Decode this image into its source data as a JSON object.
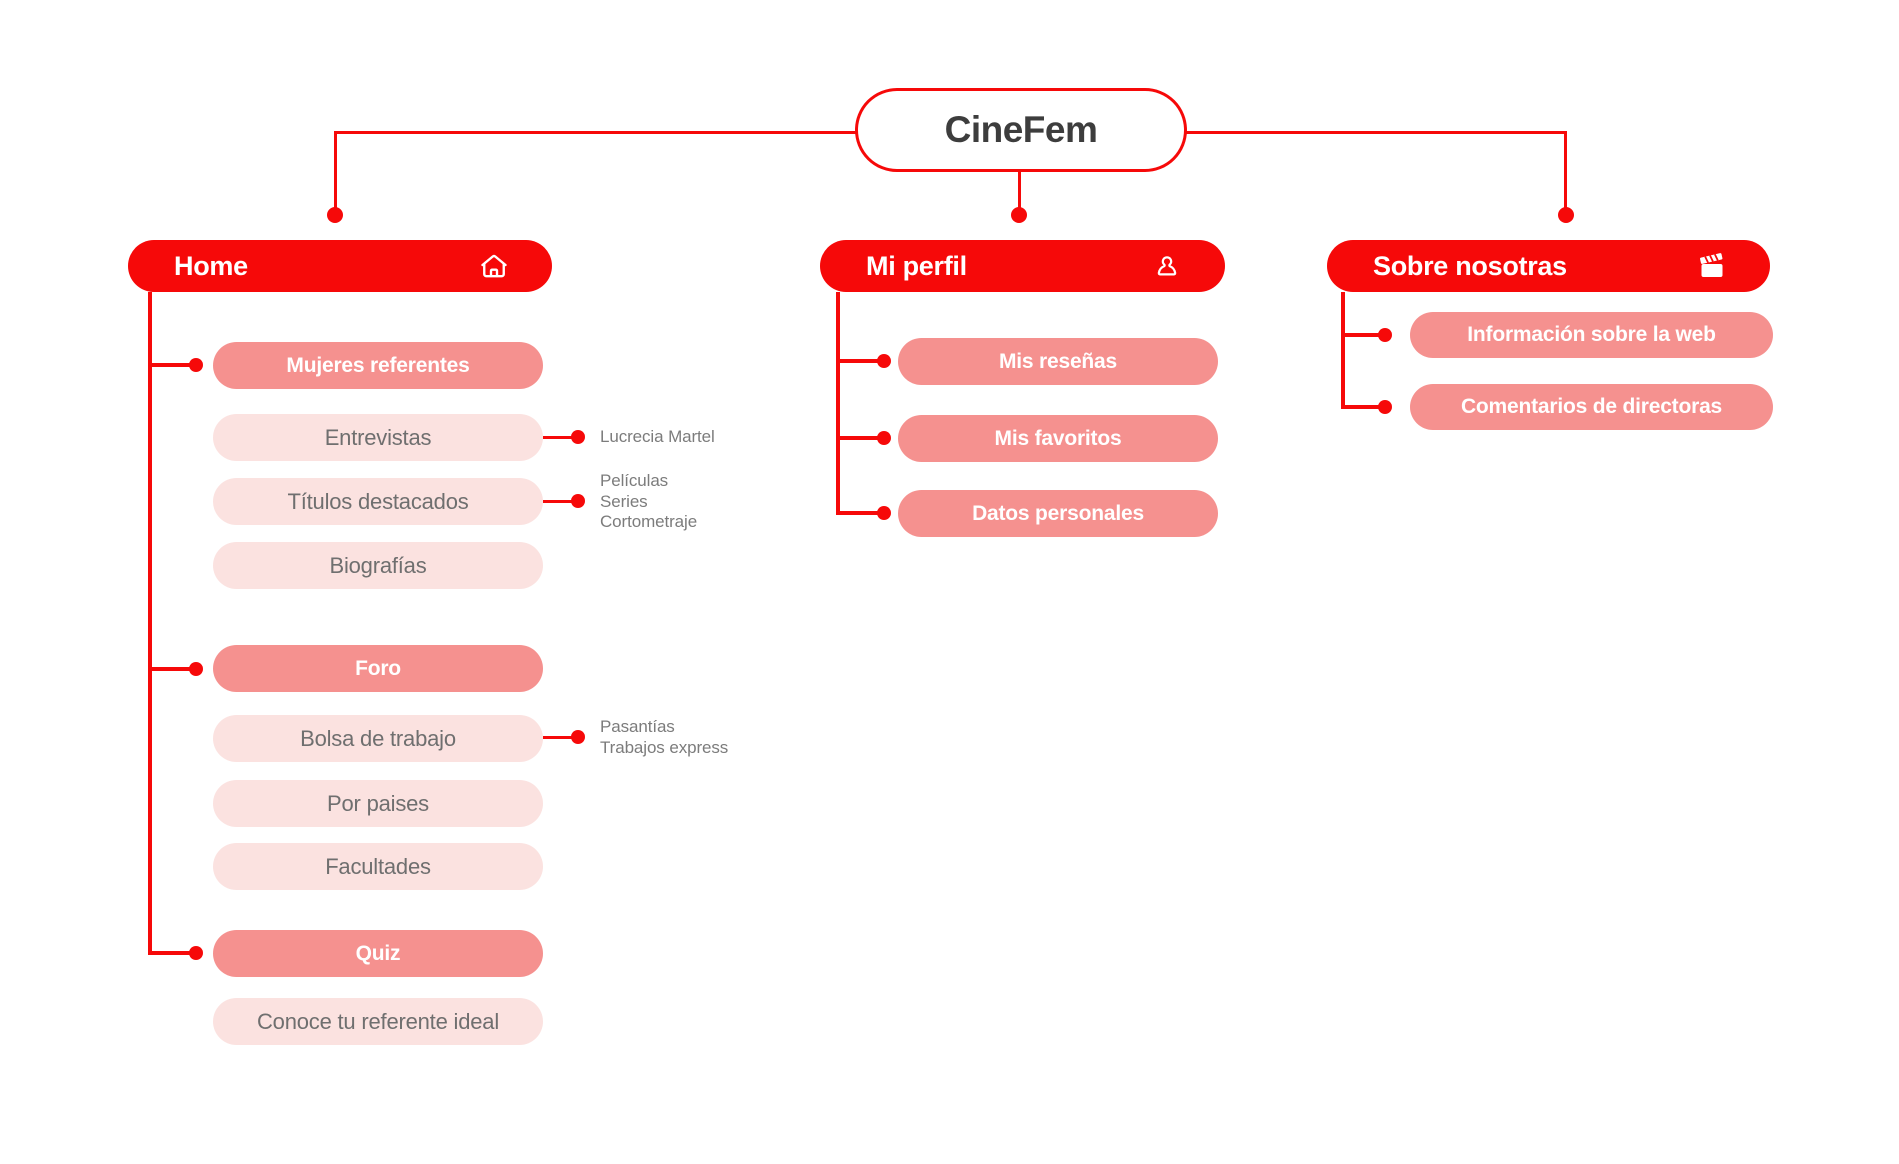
{
  "title": {
    "label": "CineFem"
  },
  "colors": {
    "accent_red": "#F60909",
    "salmon": "#F5918F",
    "light_pink": "#FBE2E0",
    "title_text": "#3D3D3D",
    "pill_text_gray": "#6F6F6F",
    "note_gray": "#7C7C7C"
  },
  "branches": [
    {
      "label": "Home",
      "icon": "home-icon",
      "groups": [
        {
          "parent": "Mujeres referentes",
          "children": [
            {
              "label": "Entrevistas",
              "notes": [
                "Lucrecia Martel"
              ]
            },
            {
              "label": "Títulos destacados",
              "notes": [
                "Películas",
                "Series",
                "Cortometraje"
              ]
            },
            {
              "label": "Biografías",
              "notes": []
            }
          ]
        },
        {
          "parent": "Foro",
          "children": [
            {
              "label": "Bolsa de trabajo",
              "notes": [
                "Pasantías",
                "Trabajos express"
              ]
            },
            {
              "label": "Por paises",
              "notes": []
            },
            {
              "label": "Facultades",
              "notes": []
            }
          ]
        },
        {
          "parent": "Quiz",
          "children": [
            {
              "label": "Conoce tu referente ideal",
              "notes": []
            }
          ]
        }
      ]
    },
    {
      "label": "Mi perfil",
      "icon": "user-icon",
      "items": [
        "Mis reseñas",
        "Mis favoritos",
        "Datos personales"
      ]
    },
    {
      "label": "Sobre nosotras",
      "icon": "clapperboard-icon",
      "items": [
        "Información sobre la web",
        "Comentarios de directoras"
      ]
    }
  ]
}
